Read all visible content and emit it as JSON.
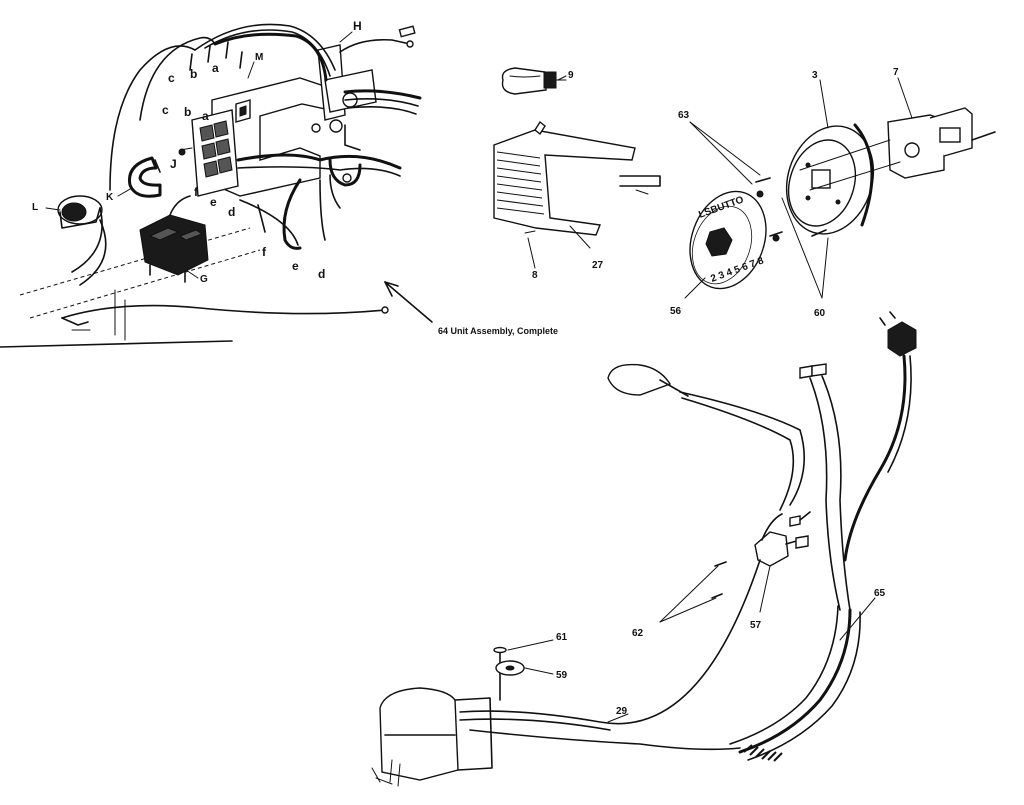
{
  "labels": {
    "H": "H",
    "M": "M",
    "c_top": "c",
    "b_top": "b",
    "a_top": "a",
    "c_mid": "c",
    "b_mid": "b",
    "a_mid": "a",
    "J": "J",
    "f_blk": "f",
    "e_blk": "e",
    "d_blk": "d",
    "K": "K",
    "L": "L",
    "G": "G",
    "f_low": "f",
    "e_low": "e",
    "d_low": "d",
    "n9": "9",
    "n27": "27",
    "n8": "8",
    "n63": "63",
    "n3": "3",
    "n7": "7",
    "n56": "56",
    "n60": "60",
    "n61": "61",
    "n59": "59",
    "n62": "62",
    "n57": "57",
    "n65": "65",
    "n29": "29"
  },
  "caption": "64 Unit Assembly, Complete",
  "dial_text": "LSBUTTO",
  "dial_digits": "2 3 4 5 6 7 8"
}
